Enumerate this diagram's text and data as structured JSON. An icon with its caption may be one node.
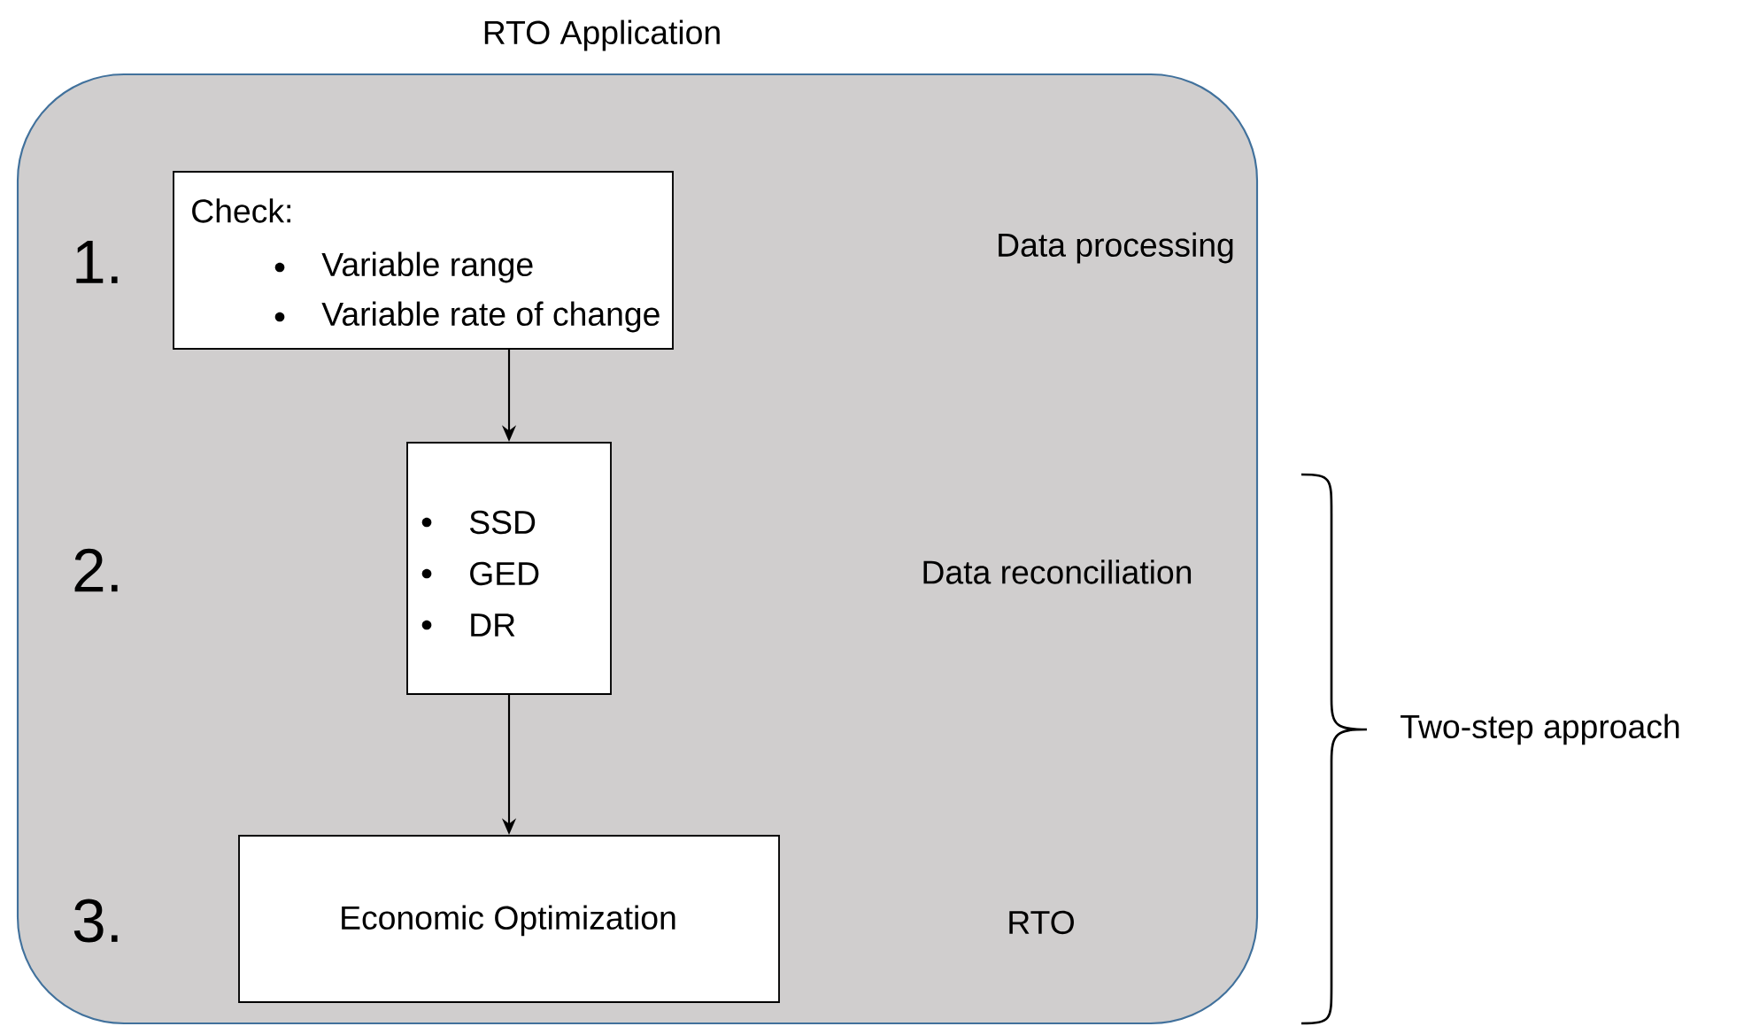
{
  "diagram": {
    "nodes": [
      {
        "text": [
          "RTO Application"
        ]
      },
      {
        "text": [
          "Check:",
          "Variable range",
          "Variable rate of change"
        ],
        "in": 0
      },
      {
        "text": [
          "SSD",
          "GED",
          "DR"
        ],
        "in": 0
      },
      {
        "text": [
          "Economic Optimization"
        ],
        "in": 0
      }
    ],
    "edges": [
      {
        "from": 1,
        "to": 2,
        "arrow": "to"
      },
      {
        "from": 2,
        "to": 3,
        "arrow": "to"
      }
    ],
    "labels": [
      "1.",
      "Data processing",
      "2.",
      "Data reconciliation",
      "Two-step approach",
      "3.",
      "RTO"
    ]
  }
}
